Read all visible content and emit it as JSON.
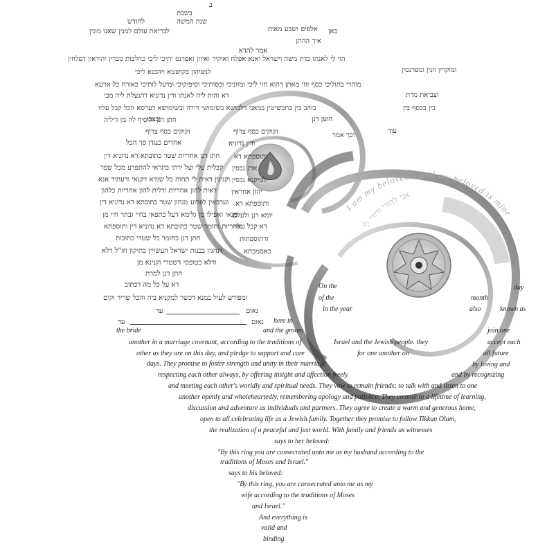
{
  "hebrew": {
    "h01": "ב",
    "h02": "בשבת",
    "h03": "להודש",
    "h04": "שנת המשה",
    "h05": "אלפים ושבע מאות",
    "h06": "לבריאת עולם למנין שאנו מונין",
    "h07": "כאן",
    "h08": "איך ההתן",
    "h09": "אמר להדא",
    "h10": "הוי לי לאנתו כדת משה וישראל ואנא אפלח ואוקיר ואיזון ואפרנס יתיכי ליכי כהלכות גוברין יהודאין דפלחין",
    "h11": "ומוקרין וזנין ומפרנסין",
    "h12": "לנשיהון בקושטא ויהבנא ליכי",
    "h13": "מוהרי בתוליכי כסף זוזי מאתן דהוא חזי ליכי ומזוניכי וכסותיכי וסיפוקיכי ומיעל לותיכי כאורח כל ארעא",
    "h14": "וצביאת מרת",
    "h15": "דא והות ליה לאנתו ודין נדוניא דהנעלת ליה מבי",
    "h16": "בין בכסף בין",
    "h17": "בזהב בין בתכשיטין במאני דלבושא בשימושי דירה ובשימושא דערסא הכל קבל עליו",
    "h18": "ובצבי",
    "h19": "הוען דנן",
    "h20": "חתן דנן והוסיף לה מן דיליה",
    "h21": "עוד",
    "h22": "וכך אמר",
    "h23": "זקוקים כסף צרוף",
    "h24": "זקוקים כסף צרוף",
    "h25": "אחרים כנגדן סך הכל",
    "h26": "ודין נדוניא",
    "h27": "חתן דנן אחריות שטר כתובתא דא נדוניא דין",
    "h28": "ותוספתא דא",
    "h29": "קבלית עלי ועל ירתי בתראי להתפרע מכל שפר",
    "h30": "ארג נכסין",
    "h31": "וקנינין דאית לי תחות כל שמיא דקנאי ודעתיד אנא",
    "h32": "למיקנא נכסין",
    "h33": "דאית להון אחריות ודלית להון אחריות כלהון",
    "h34": "יהון אחראין",
    "h35": "וערבאין לפרוע מנהון שטר כתובתא דא נדוניא דין",
    "h36": "ותוספתא דא",
    "h37": "מנאי ואפילו מן גלימא דעל כתפאי בחיי ובתר חיי מן",
    "h38": "יומא דנן ולעלם",
    "h39": "ואחריות וחומר שטר כתובתא דא נדוניא דין ותוספתא",
    "h40": "דא קבל עליו",
    "h41": "חתן דנן כחומר כל שטרי כתובות",
    "h42": "ודתוספתות",
    "h43": "דנהגין בבנות ישראל העשויין כתיקון חז\"ל דלא",
    "h44": "כאסמכתא",
    "h45": "ודלא כטופסי דשטרי וקנינא מן",
    "h46": "חתן דנן למרת",
    "h47": "דא על כל מה דכתוב",
    "h48": "ומפורש לעיל במנא דכשר למקניא ביה והכל שריר וקים",
    "h49": "נאום",
    "h50": "עד",
    "h51": "נאום",
    "h52": "עד"
  },
  "spiral": {
    "english": "I am my beloved's and my beloved is mine",
    "hebrew": "אני לדודי ודודי לי"
  },
  "english": {
    "e01": "On the",
    "e02": "day",
    "e03": "of the",
    "e04": "month",
    "e05": "in the year",
    "e06": "also",
    "e07": "known as",
    "e08": "here in",
    "e09": "the bride",
    "e10": "and the groom",
    "e11": "join one",
    "e12": "another in a marriage covenant, according to the traditions of",
    "e13": "Israel and the Jewish people.  they",
    "e14": "accept each",
    "e15": "other as they are on this day, and pledge to support and care",
    "e16": "for one another on",
    "e17": "all future",
    "e18": "days.  They promise to foster strength and unity in their marriage",
    "e19": "by loving and",
    "e20": "respecting each other always, by offering insight and affection freely",
    "e21": "and by recognizing",
    "e22": "and meeting each other's worldly and spiritual needs.  They vow to remain friends; to talk with and listen to one",
    "e23": "another openly and wholeheartedly, remembering apology and patience.  They commit to a lifetime of learning,",
    "e24": "discussion and adventure as individuals and partners.  They agree to create a warm and generous home,",
    "e25": "open to all celebrating life as a Jewish family.  Together they promise to follow Tikkun Olam,",
    "e26": "the realization of a peaceful and just world.  With family and friends as witnesses",
    "e27": "says to her beloved:",
    "e28": "\"By this ring you are consecrated unto me as my husband according to the",
    "e29": "traditions of Moses and Israel.\"",
    "e30": "says to his beloved:",
    "e31": "\"By this ring, you are consecrated unto me as my",
    "e32": "wife according to the traditions of Moses",
    "e33": "and Israel.\"",
    "e34": "And everything is",
    "e35": "valid and",
    "e36": "binding"
  },
  "colors": {
    "ink": "#222222",
    "spiral_dark": "#555555",
    "spiral_light": "#cfcfcf",
    "accent": "#8a8a8a"
  }
}
